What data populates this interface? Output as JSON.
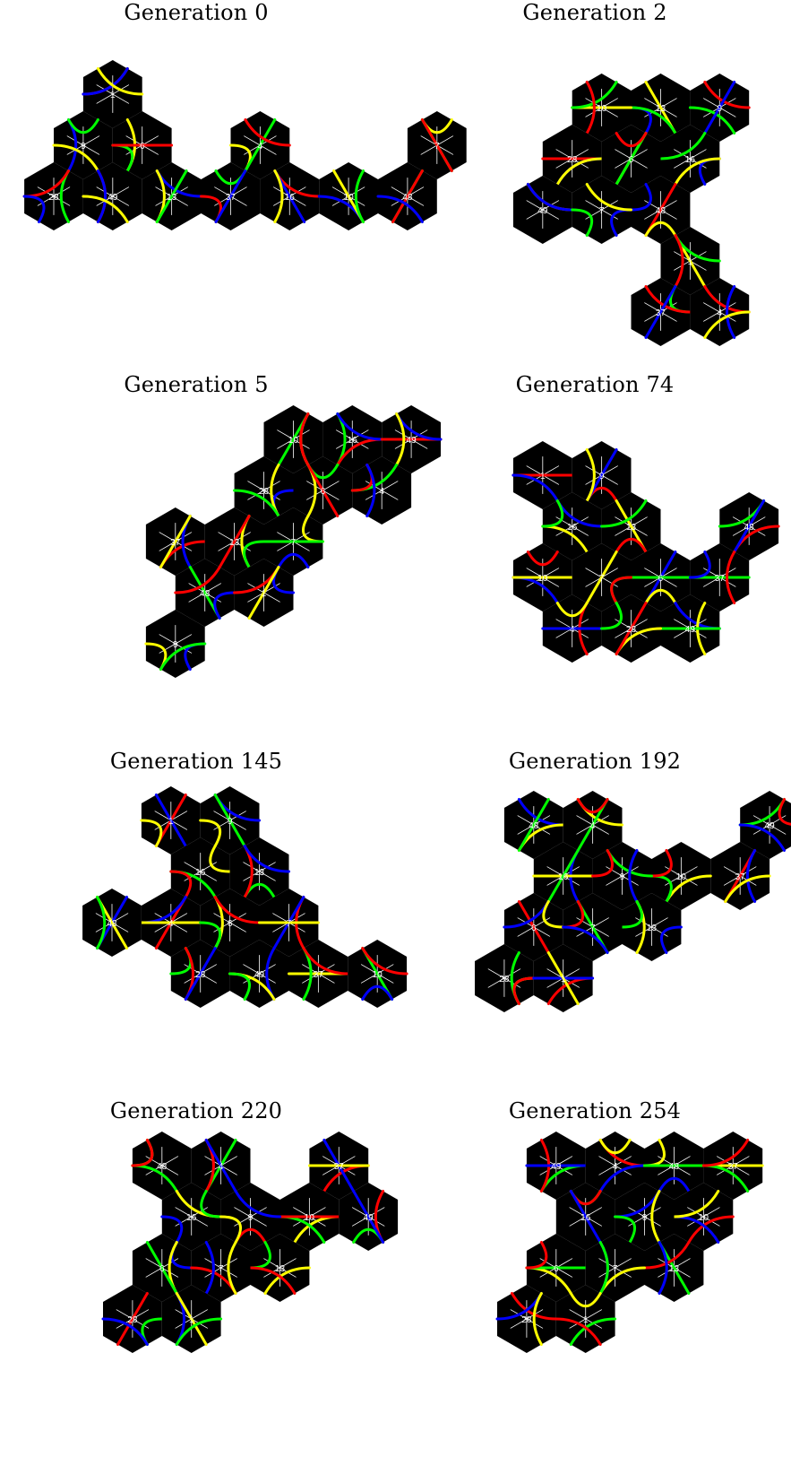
{
  "colors": {
    "tile": "#000000",
    "grid": "#ffffff",
    "red": "#ff0000",
    "blue": "#0000ff",
    "yellow": "#ffff00",
    "green": "#00ff00"
  },
  "panels": [
    {
      "title": "Generation 0",
      "tiles": [
        {
          "id": "1",
          "q": 1,
          "r": 0
        },
        {
          "id": "9",
          "q": 0,
          "r": 1
        },
        {
          "id": "6",
          "q": 1,
          "r": 1
        },
        {
          "id": "28",
          "q": 0,
          "r": 2
        },
        {
          "id": "49",
          "q": 1,
          "r": 2
        },
        {
          "id": "13",
          "q": 2,
          "r": 2
        },
        {
          "id": "4",
          "q": 3,
          "r": 1
        },
        {
          "id": "37",
          "q": 3,
          "r": 2
        },
        {
          "id": "16",
          "q": 4,
          "r": 2
        },
        {
          "id": "10",
          "q": 5,
          "r": 2
        },
        {
          "id": "7",
          "q": 6,
          "r": 1
        },
        {
          "id": "48",
          "q": 6,
          "r": 2
        }
      ]
    },
    {
      "title": "Generation 2",
      "tiles": [
        {
          "id": "13",
          "q": 3,
          "r": 0
        },
        {
          "id": "10",
          "q": 2,
          "r": 0
        },
        {
          "id": "9",
          "q": 4,
          "r": 0
        },
        {
          "id": "28",
          "q": 1,
          "r": 1
        },
        {
          "id": "16",
          "q": 3,
          "r": 1
        },
        {
          "id": "6",
          "q": 2,
          "r": 1
        },
        {
          "id": "49",
          "q": 1,
          "r": 2
        },
        {
          "id": "48",
          "q": 3,
          "r": 2
        },
        {
          "id": "7",
          "q": 2,
          "r": 2
        },
        {
          "id": "1",
          "q": 3,
          "r": 3
        },
        {
          "id": "37",
          "q": 3,
          "r": 4
        },
        {
          "id": "4",
          "q": 4,
          "r": 4
        }
      ]
    },
    {
      "title": "Generation 5",
      "tiles": [
        {
          "id": "10",
          "q": 3,
          "r": 0
        },
        {
          "id": "16",
          "q": 4,
          "r": 0
        },
        {
          "id": "49",
          "q": 5,
          "r": 0
        },
        {
          "id": "28",
          "q": 2,
          "r": 1
        },
        {
          "id": "6",
          "q": 3,
          "r": 1
        },
        {
          "id": "4",
          "q": 4,
          "r": 1
        },
        {
          "id": "37",
          "q": 1,
          "r": 2
        },
        {
          "id": "7",
          "q": 3,
          "r": 2
        },
        {
          "id": "13",
          "q": 2,
          "r": 2
        },
        {
          "id": "48",
          "q": 1,
          "r": 3
        },
        {
          "id": "1",
          "q": 2,
          "r": 3
        },
        {
          "id": "9",
          "q": 1,
          "r": 4
        }
      ]
    },
    {
      "title": "Generation 74",
      "tiles": [
        {
          "id": "1",
          "q": 1,
          "r": 0
        },
        {
          "id": "9",
          "q": 2,
          "r": 0
        },
        {
          "id": "16",
          "q": 1,
          "r": 1
        },
        {
          "id": "13",
          "q": 2,
          "r": 1
        },
        {
          "id": "48",
          "q": 4,
          "r": 1
        },
        {
          "id": "10",
          "q": 1,
          "r": 2
        },
        {
          "id": "6",
          "q": 3,
          "r": 2
        },
        {
          "id": "7",
          "q": 2,
          "r": 2
        },
        {
          "id": "37",
          "q": 4,
          "r": 2
        },
        {
          "id": "4",
          "q": 1,
          "r": 3
        },
        {
          "id": "49",
          "q": 3,
          "r": 3
        },
        {
          "id": "28",
          "q": 2,
          "r": 3
        }
      ]
    },
    {
      "title": "Generation 145",
      "tiles": [
        {
          "id": "1",
          "q": 1,
          "r": 0
        },
        {
          "id": "9",
          "q": 2,
          "r": 0
        },
        {
          "id": "16",
          "q": 1,
          "r": 1
        },
        {
          "id": "13",
          "q": 2,
          "r": 1
        },
        {
          "id": "4",
          "q": 1,
          "r": 2
        },
        {
          "id": "48",
          "q": 0,
          "r": 2
        },
        {
          "id": "6",
          "q": 2,
          "r": 2
        },
        {
          "id": "28",
          "q": 1,
          "r": 3
        },
        {
          "id": "7",
          "q": 3,
          "r": 2
        },
        {
          "id": "49",
          "q": 2,
          "r": 3
        },
        {
          "id": "37",
          "q": 3,
          "r": 3
        },
        {
          "id": "10",
          "q": 4,
          "r": 3
        }
      ]
    },
    {
      "title": "Generation 192",
      "tiles": [
        {
          "id": "48",
          "q": 1,
          "r": 0
        },
        {
          "id": "4",
          "q": 2,
          "r": 0
        },
        {
          "id": "49",
          "q": 5,
          "r": 0
        },
        {
          "id": "37",
          "q": 4,
          "r": 1
        },
        {
          "id": "16",
          "q": 1,
          "r": 1
        },
        {
          "id": "10",
          "q": 3,
          "r": 1
        },
        {
          "id": "9",
          "q": 2,
          "r": 1
        },
        {
          "id": "6",
          "q": 1,
          "r": 2
        },
        {
          "id": "13",
          "q": 3,
          "r": 2
        },
        {
          "id": "28",
          "q": 0,
          "r": 3
        },
        {
          "id": "7",
          "q": 2,
          "r": 2
        },
        {
          "id": "1",
          "q": 1,
          "r": 3
        }
      ]
    },
    {
      "title": "Generation 220",
      "tiles": [
        {
          "id": "48",
          "q": 1,
          "r": 0
        },
        {
          "id": "4",
          "q": 2,
          "r": 0
        },
        {
          "id": "37",
          "q": 4,
          "r": 0
        },
        {
          "id": "16",
          "q": 1,
          "r": 1
        },
        {
          "id": "10",
          "q": 3,
          "r": 1
        },
        {
          "id": "49",
          "q": 4,
          "r": 1
        },
        {
          "id": "9",
          "q": 2,
          "r": 1
        },
        {
          "id": "6",
          "q": 1,
          "r": 2
        },
        {
          "id": "13",
          "q": 3,
          "r": 2
        },
        {
          "id": "28",
          "q": 0,
          "r": 3
        },
        {
          "id": "7",
          "q": 2,
          "r": 2
        },
        {
          "id": "1",
          "q": 1,
          "r": 3
        }
      ]
    },
    {
      "title": "Generation 254",
      "tiles": [
        {
          "id": "49",
          "q": 1,
          "r": 0
        },
        {
          "id": "4",
          "q": 2,
          "r": 0
        },
        {
          "id": "48",
          "q": 3,
          "r": 0
        },
        {
          "id": "37",
          "q": 4,
          "r": 0
        },
        {
          "id": "16",
          "q": 1,
          "r": 1
        },
        {
          "id": "10",
          "q": 3,
          "r": 1
        },
        {
          "id": "9",
          "q": 2,
          "r": 1
        },
        {
          "id": "6",
          "q": 1,
          "r": 2
        },
        {
          "id": "13",
          "q": 3,
          "r": 2
        },
        {
          "id": "28",
          "q": 0,
          "r": 3
        },
        {
          "id": "7",
          "q": 2,
          "r": 2
        },
        {
          "id": "1",
          "q": 1,
          "r": 3
        }
      ]
    }
  ]
}
